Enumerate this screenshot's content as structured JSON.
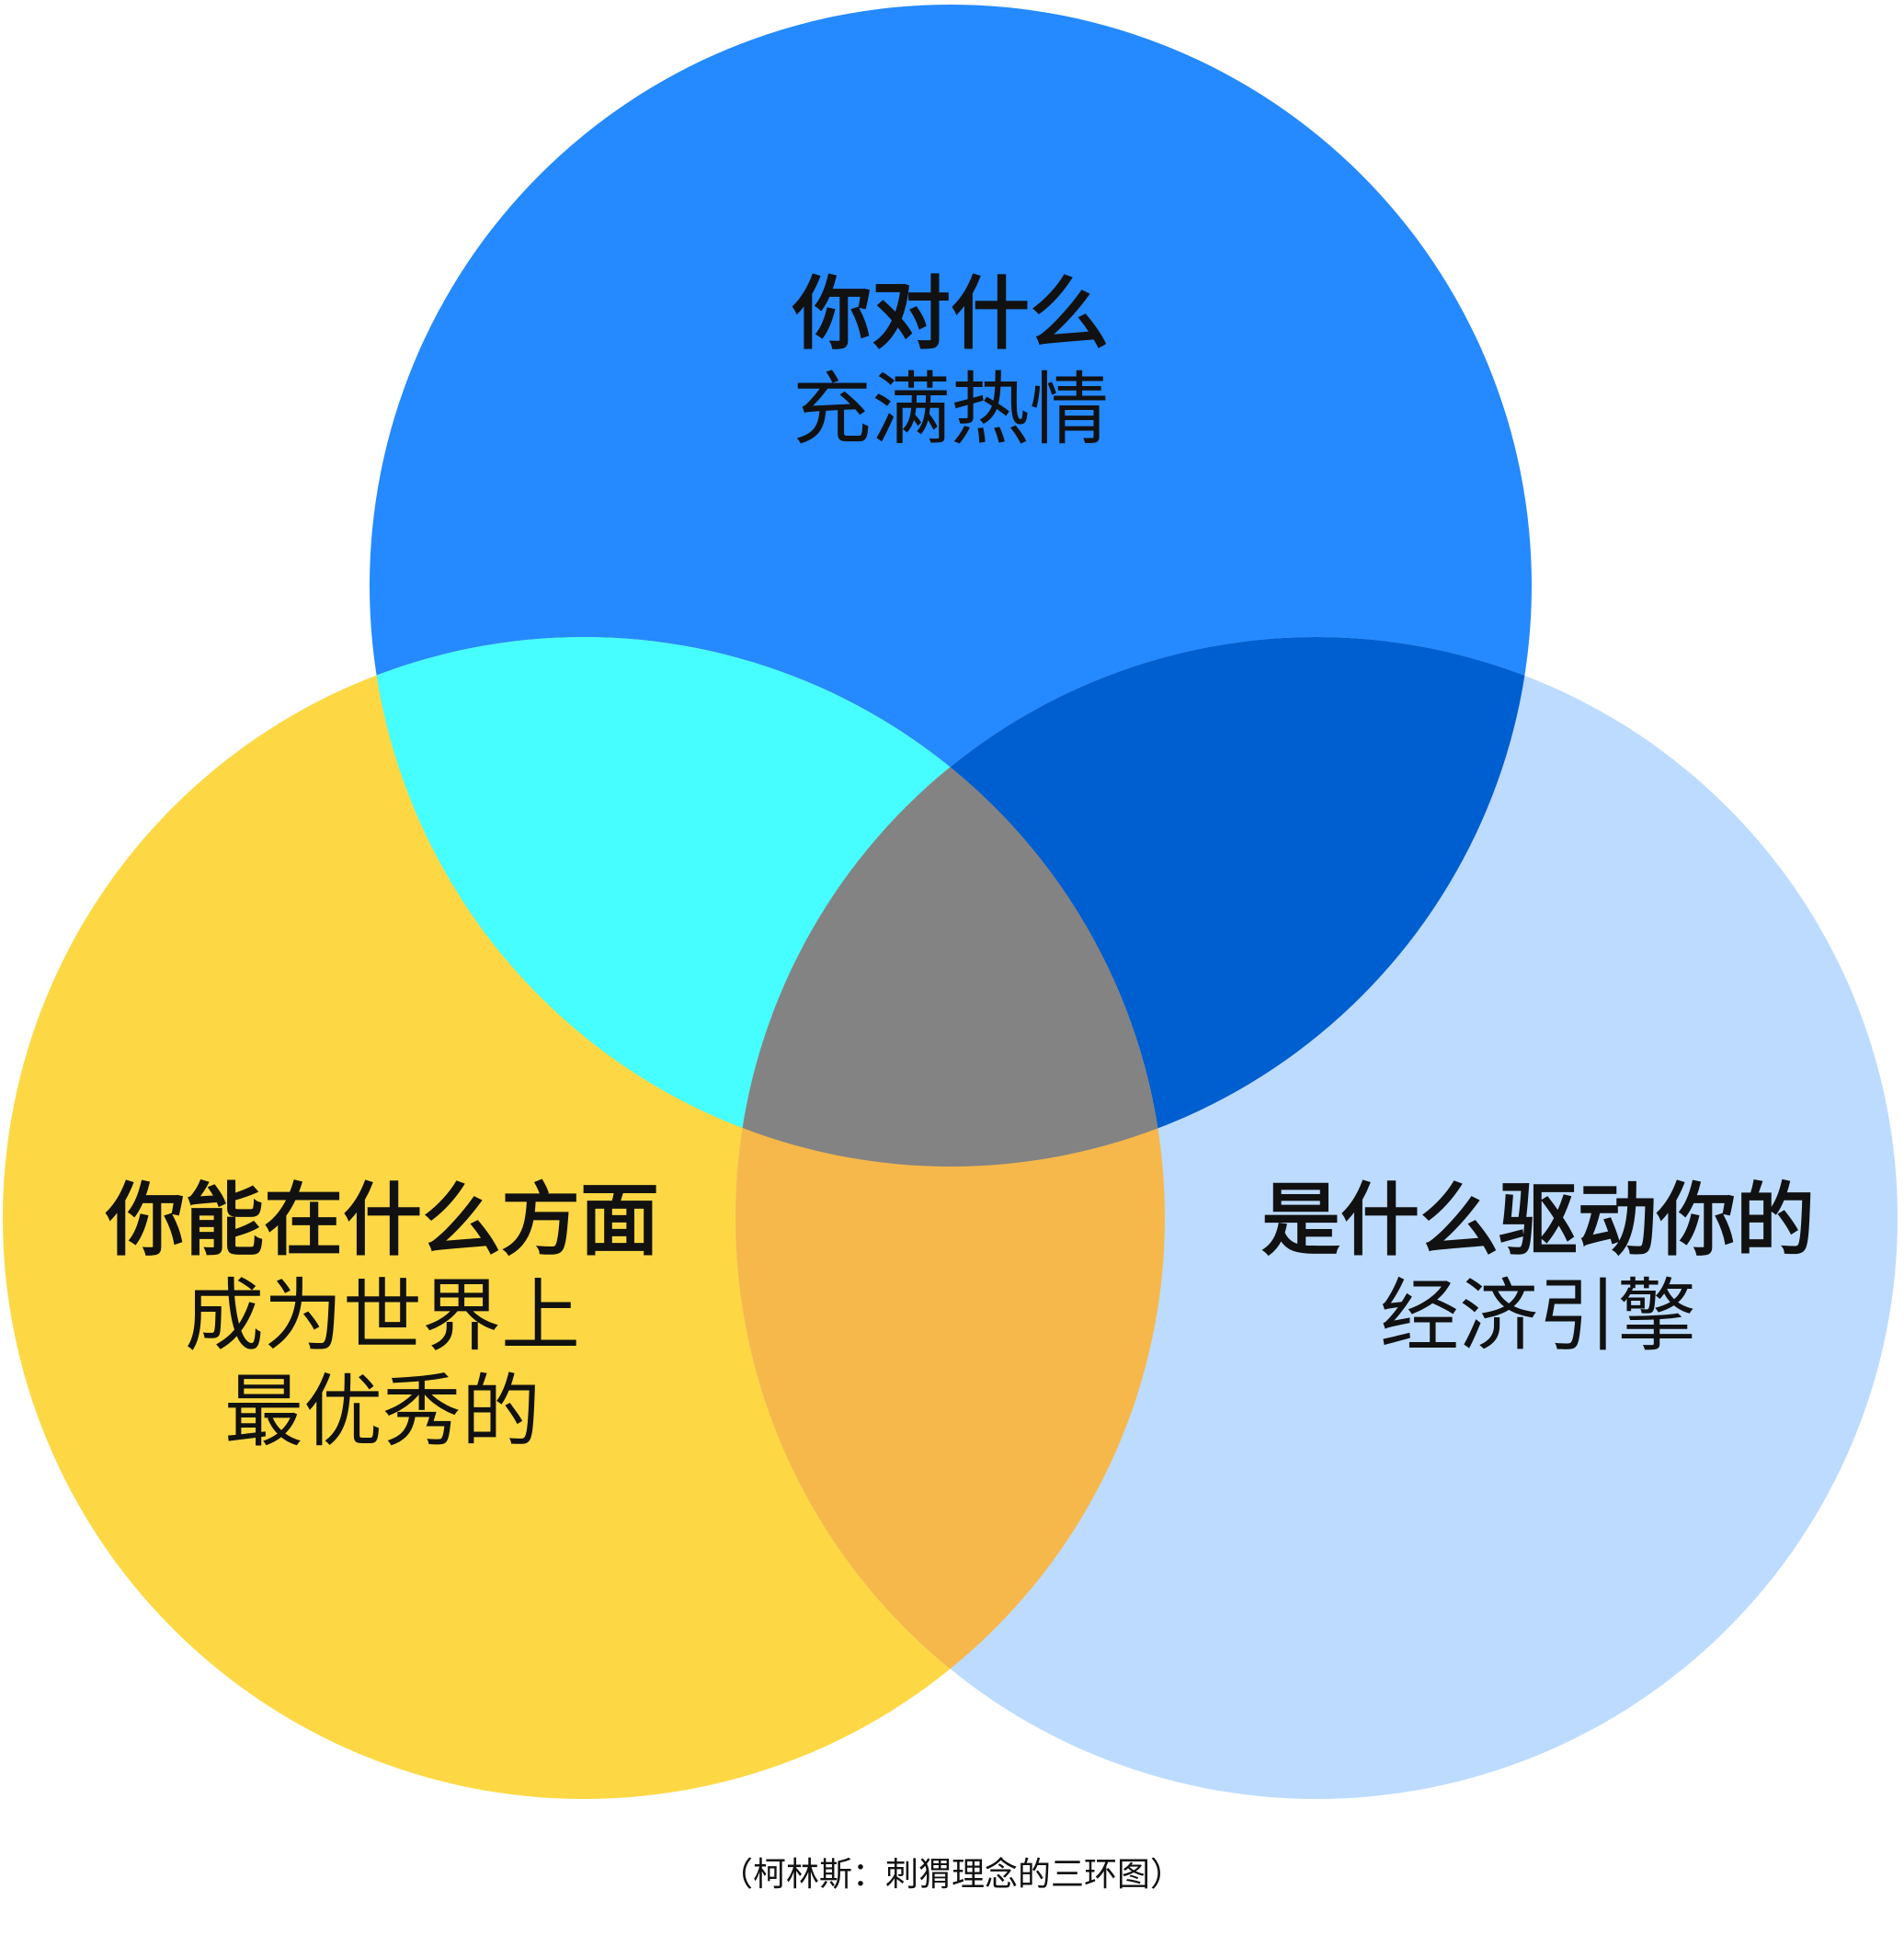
{
  "colors": {
    "passion": "#2589ff",
    "best": "#fdd844",
    "economic": "#bddbff",
    "passion_best": "#46fdff",
    "passion_economic": "#005fd0",
    "best_economic": "#f6b84a",
    "center": "#838383"
  },
  "circles": {
    "passion": {
      "line1": "你对什么",
      "line2": "充满热情"
    },
    "best": {
      "line1": "你能在什么方面",
      "line2": "成为世界上",
      "line3": "最优秀的"
    },
    "economic": {
      "line1": "是什么驱动你的",
      "line2": "经济引擎"
    }
  },
  "caption": "（柯林斯：刺猬理念的三环图）"
}
